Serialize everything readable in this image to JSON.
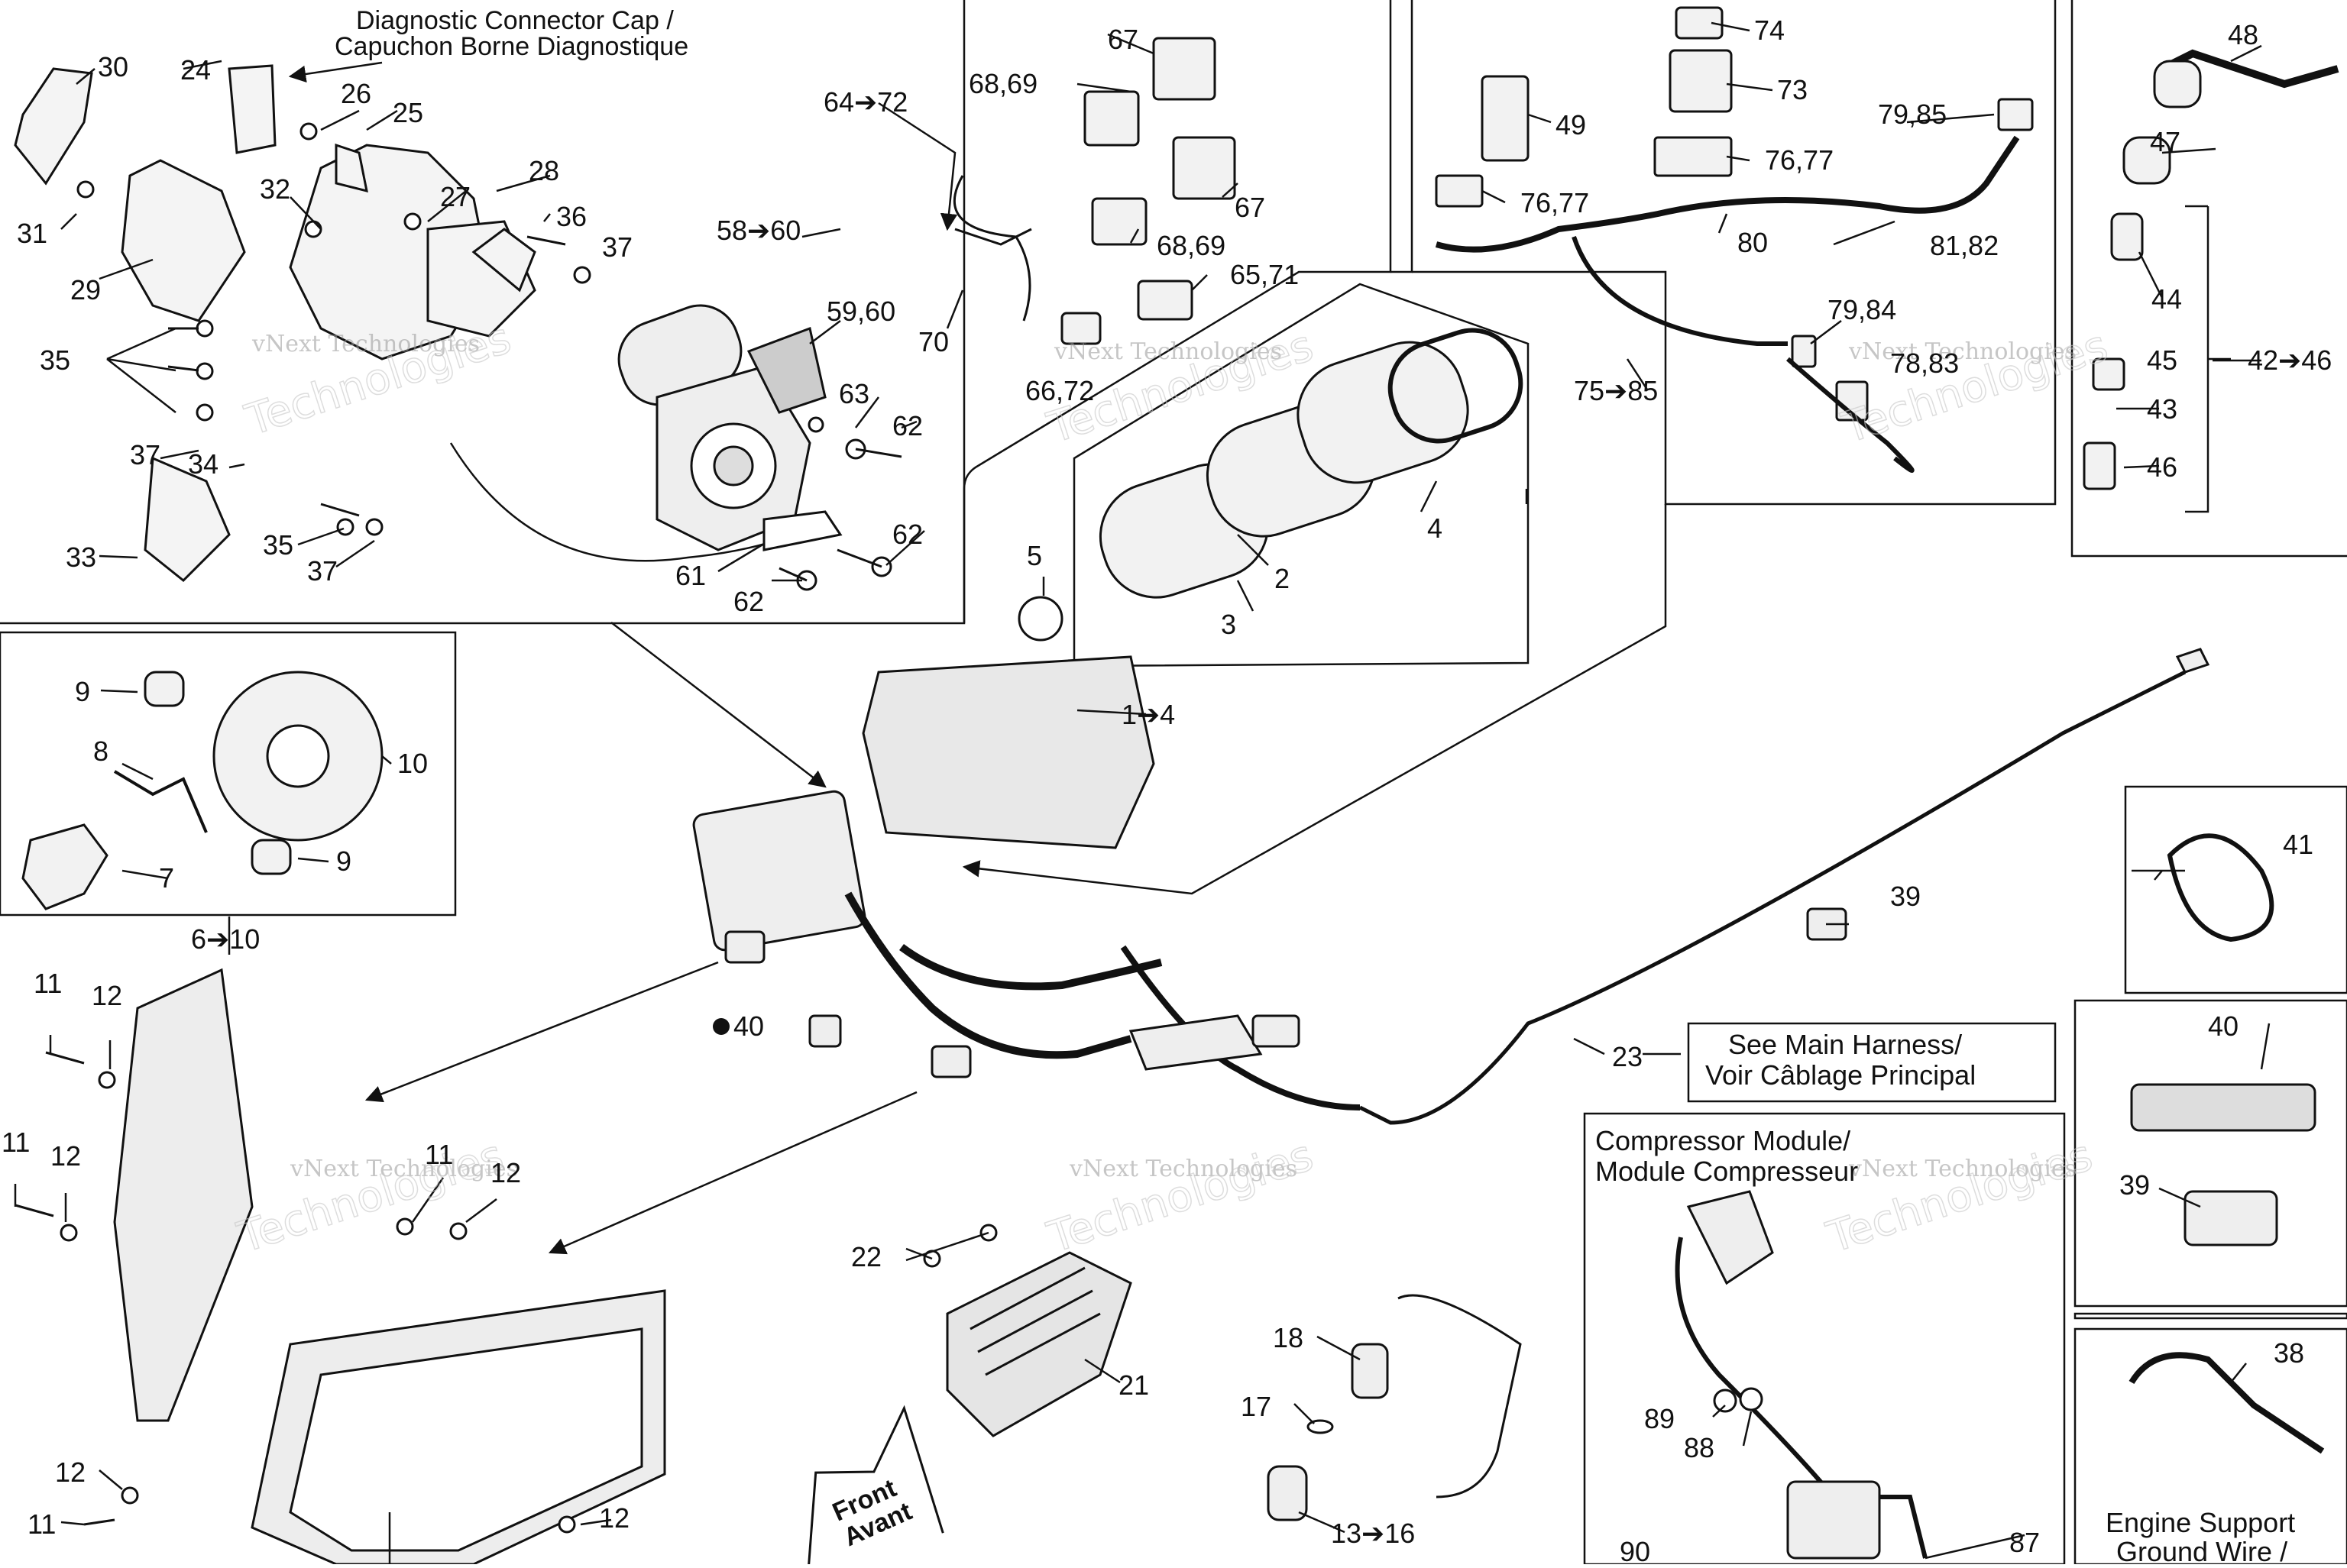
{
  "diagnostic_cap_label": [
    "Diagnostic Connector Cap /",
    "Capuchon Borne Diagnostique"
  ],
  "main_harness_note": [
    "See Main Harness/",
    "Voir Câblage Principal"
  ],
  "compressor_box_title": [
    "Compressor Module/",
    "Module Compresseur"
  ],
  "engine_ground_label": [
    "Engine Support",
    "Ground Wire /"
  ],
  "front_sign": [
    "Front",
    "Avant"
  ],
  "watermark_small": "vNext Technologies",
  "watermark_big": "Technologies",
  "callouts": {
    "c30": "30",
    "c24": "24",
    "c26": "26",
    "c25": "25",
    "c31": "31",
    "c32": "32",
    "c27": "27",
    "c28": "28",
    "c36": "36",
    "c37a": "37",
    "c29": "29",
    "c35a": "35",
    "c37b": "37",
    "c34": "34",
    "c33": "33",
    "c35b": "35",
    "c37c": "37",
    "c58": "58➔60",
    "c59": "59,60",
    "c63": "63",
    "c62a": "62",
    "c62b": "62",
    "c61": "61",
    "c62c": "62",
    "c64": "64➔72",
    "c67a": "67",
    "c6869a": "68,69",
    "c67b": "67",
    "c6869b": "68,69",
    "c6571": "65,71",
    "c70": "70",
    "c6672": "66,72",
    "c5": "5",
    "c2": "2",
    "c3": "3",
    "c4": "4",
    "c1to4": "1➔4",
    "c74": "74",
    "c73": "73",
    "c49": "49",
    "c7677a": "76,77",
    "c7677b": "76,77",
    "c7985": "79,85",
    "c80": "80",
    "c8182": "81,82",
    "c7984": "79,84",
    "c7883": "78,83",
    "c7585": "75➔85",
    "c48": "48",
    "c47": "47",
    "c44": "44",
    "c45": "45",
    "c43": "43",
    "c46": "46",
    "c4246": "42➔46",
    "c9a": "9",
    "c8": "8",
    "c10": "10",
    "c7": "7",
    "c9b": "9",
    "c610": "6➔10",
    "c11a": "11",
    "c12a": "12",
    "c11b": "11",
    "c12b": "12",
    "c11c": "11",
    "c12c": "12",
    "c12d": "12",
    "c11d": "11",
    "c12e": "12",
    "c40a": "40",
    "c39a": "39",
    "c23": "23",
    "c41": "41",
    "c40b": "40",
    "c39b": "39",
    "c38": "38",
    "c22": "22",
    "c21": "21",
    "c18": "18",
    "c17": "17",
    "c1316": "13➔16",
    "c89": "89",
    "c88": "88",
    "c90": "90",
    "c87": "87"
  }
}
